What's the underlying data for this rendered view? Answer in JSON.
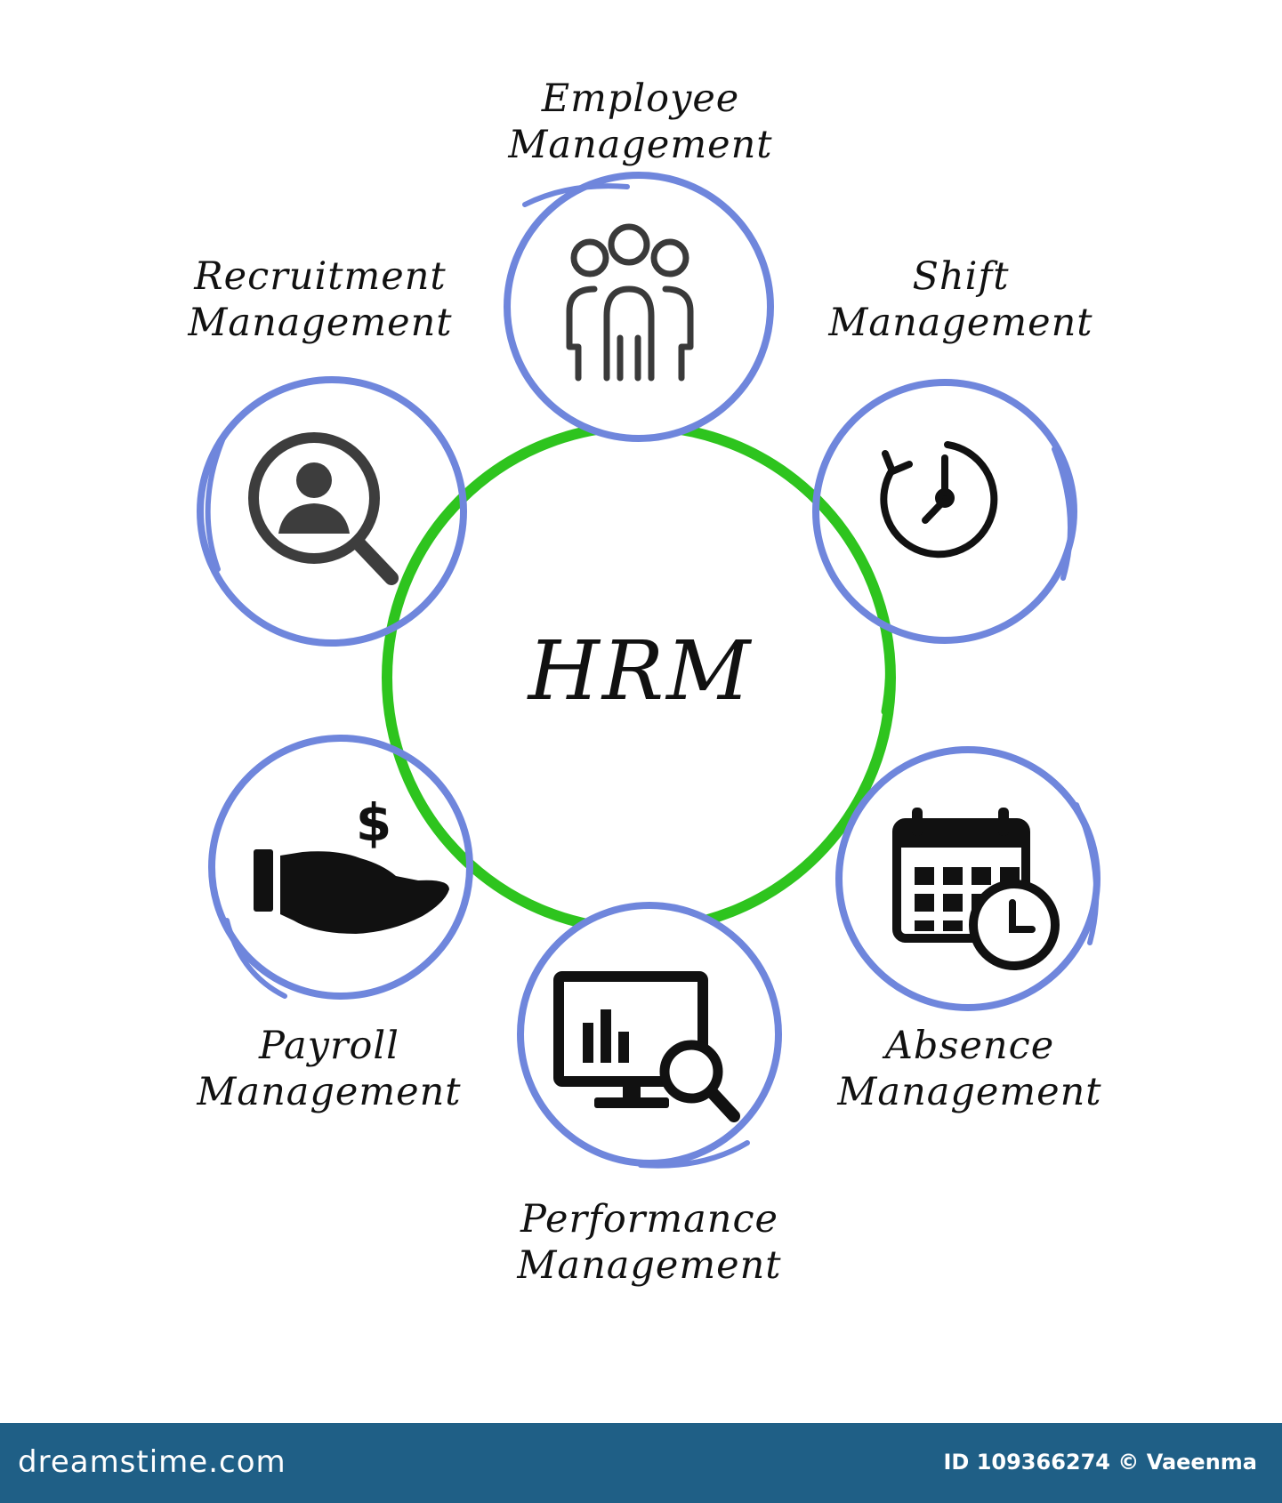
{
  "center": {
    "title": "HRM"
  },
  "nodes": [
    {
      "id": "employee",
      "line1": "Employee",
      "line2": "Management",
      "icon": "people-group-icon"
    },
    {
      "id": "shift",
      "line1": "Shift",
      "line2": "Management",
      "icon": "clock-refresh-icon"
    },
    {
      "id": "absence",
      "line1": "Absence",
      "line2": "Management",
      "icon": "calendar-clock-icon"
    },
    {
      "id": "performance",
      "line1": "Performance",
      "line2": "Management",
      "icon": "monitor-chart-search-icon"
    },
    {
      "id": "payroll",
      "line1": "Payroll",
      "line2": "Management",
      "icon": "hand-dollar-icon"
    },
    {
      "id": "recruitment",
      "line1": "Recruitment",
      "line2": "Management",
      "icon": "person-search-icon"
    }
  ],
  "colors": {
    "center_ring": "#2ec41e",
    "node_ring": "#6f86dc",
    "icon": "#1a1a1a",
    "footer": "#1f5f86"
  },
  "footer": {
    "logo": "dreamstime.com",
    "credit": "ID 109366274 © Vaeenma"
  }
}
